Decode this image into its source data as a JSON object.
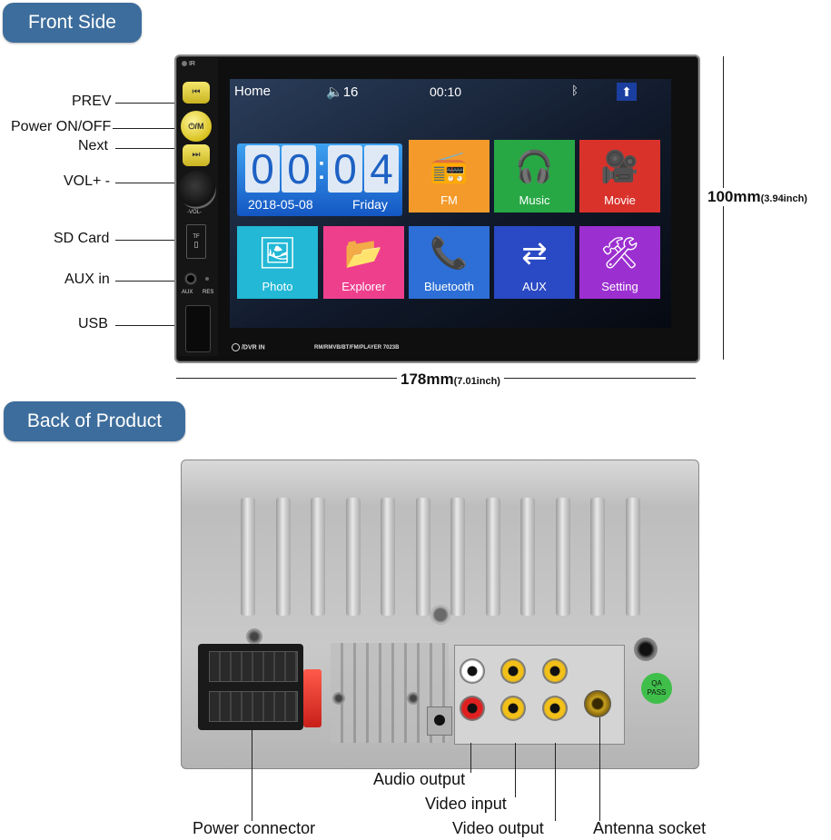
{
  "front_section": {
    "title": "Front Side"
  },
  "back_section": {
    "title": "Back of Product"
  },
  "front_labels": [
    "PREV",
    "Power ON/OFF",
    "Next",
    "VOL+ -",
    "SD Card",
    "AUX in",
    "USB"
  ],
  "dimensions": {
    "height": {
      "value": "100mm",
      "inch": "(3.94inch)"
    },
    "width": {
      "value": "178mm",
      "inch": "(7.01inch)"
    }
  },
  "device": {
    "power_glyph": "⏻/M",
    "knob_label": "-VOL-",
    "tf_label": "TF",
    "aux_label": "AUX",
    "res_label": "RES",
    "ir_label": "IR",
    "dvr_label": "/DVR IN",
    "model_text": "RM/RMVB/BT/FM/PLAYER 7023B"
  },
  "screen": {
    "status": {
      "home": "Home",
      "volume": "16",
      "time": "00:10"
    },
    "clock": {
      "h1": "0",
      "h2": "0",
      "m1": "0",
      "m2": "4",
      "colon": ":",
      "date": "2018-05-08",
      "day": "Friday"
    },
    "tiles": [
      {
        "label": "FM",
        "color": "#f39a2b",
        "icon": "radio-icon",
        "glyph": "📻"
      },
      {
        "label": "Music",
        "color": "#27a845",
        "icon": "headphones-icon",
        "glyph": "🎧"
      },
      {
        "label": "Movie",
        "color": "#d9322b",
        "icon": "video-camera-icon",
        "glyph": "🎥"
      },
      {
        "label": "Photo",
        "color": "#22b8d6",
        "icon": "photo-icon",
        "glyph": "🖼"
      },
      {
        "label": "Explorer",
        "color": "#ee3f8d",
        "icon": "folder-icon",
        "glyph": "📂"
      },
      {
        "label": "Bluetooth",
        "color": "#2d6fd6",
        "icon": "phone-bluetooth-icon",
        "glyph": "📞"
      },
      {
        "label": "AUX",
        "color": "#2a49c4",
        "icon": "aux-screens-icon",
        "glyph": "⇄"
      },
      {
        "label": "Setting",
        "color": "#9c2fd0",
        "icon": "tools-icon",
        "glyph": "🛠"
      }
    ]
  },
  "back_labels": {
    "audio_output": "Audio output",
    "video_input": "Video input",
    "video_output": "Video output",
    "power_connector": "Power connector",
    "antenna_socket": "Antenna socket",
    "qa_badge": "QA PASS"
  }
}
